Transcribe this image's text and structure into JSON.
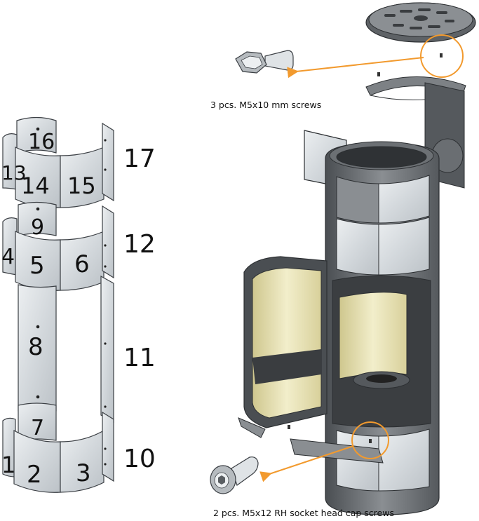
{
  "panel_numbers": [
    "16",
    "13",
    "14",
    "15",
    "17",
    "9",
    "4",
    "5",
    "6",
    "12",
    "8",
    "11",
    "7",
    "1",
    "2",
    "3",
    "10"
  ],
  "captions": {
    "top_screws": "3 pcs. M5x10 mm screws",
    "bottom_screws": "2 pcs. M5x12 RH socket head cap screws"
  },
  "colors": {
    "panel": "#d6dbdf",
    "panel_edge": "#3b3f44",
    "steel": "#6f7377",
    "dark_steel": "#3e4246",
    "glass": "#e9e4b8",
    "arrow": "#f29a2e"
  }
}
